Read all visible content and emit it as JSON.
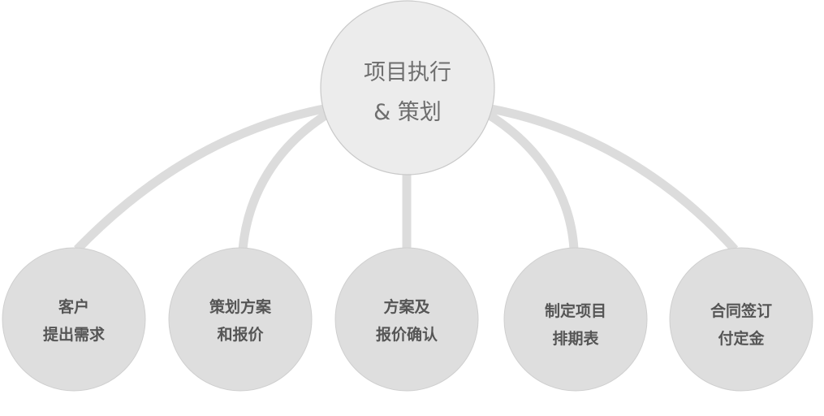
{
  "hub": {
    "lines": [
      "项目执行",
      "& 策划"
    ]
  },
  "steps": [
    {
      "lines": [
        "客户",
        "提出需求"
      ]
    },
    {
      "lines": [
        "策划方案",
        "和报价"
      ]
    },
    {
      "lines": [
        "方案及",
        "报价确认"
      ]
    },
    {
      "lines": [
        "制定项目",
        "排期表"
      ]
    },
    {
      "lines": [
        "合同签订",
        "付定金"
      ]
    }
  ],
  "colors": {
    "connector": "#dcdcdc",
    "hub_fill": "#ececec",
    "step_fill": "#dedede",
    "hub_text": "#6e6e6e",
    "step_text": "#555555"
  }
}
